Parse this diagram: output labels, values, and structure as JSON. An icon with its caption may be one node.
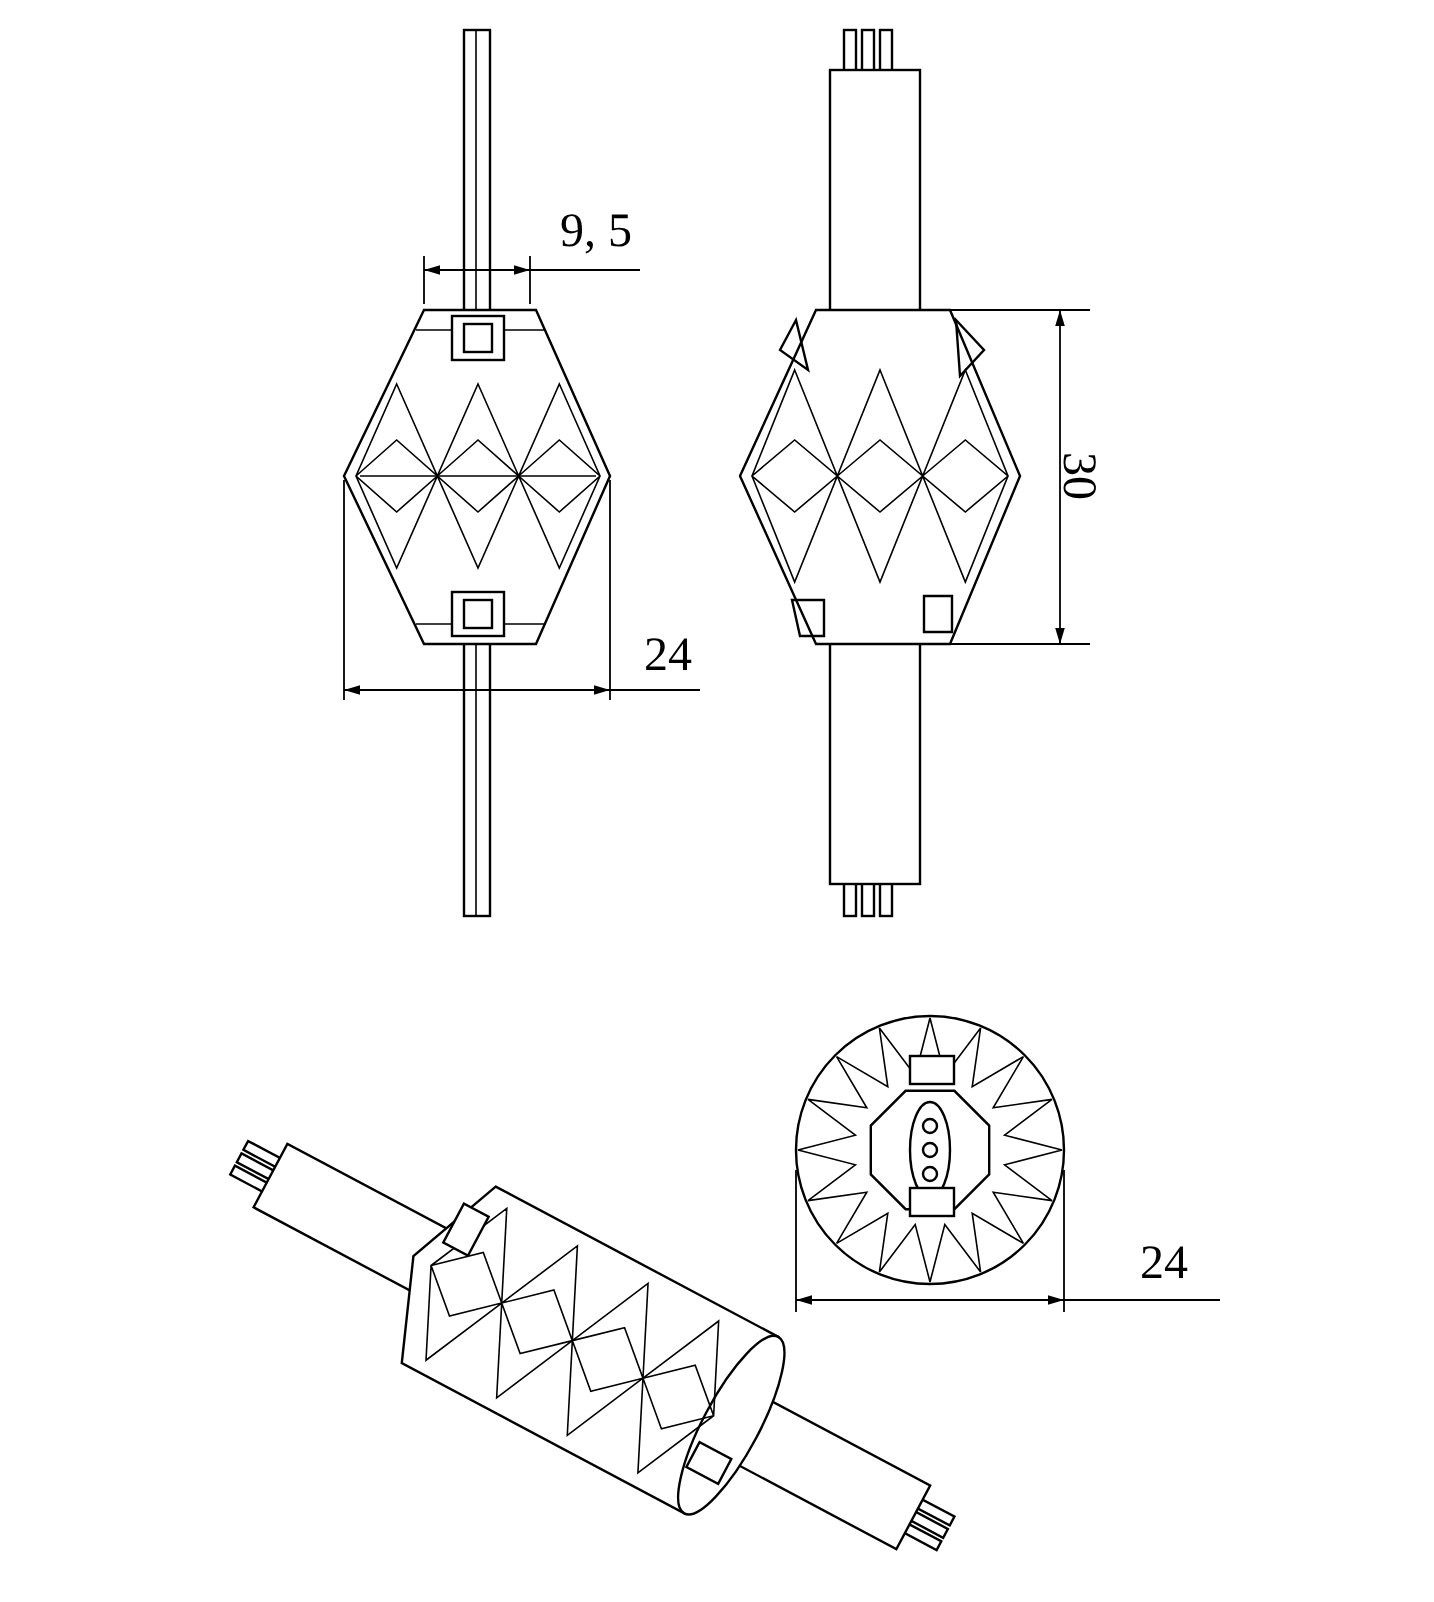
{
  "diagram": {
    "labels": [
      "9, 5",
      "24",
      "30",
      "24"
    ]
  }
}
